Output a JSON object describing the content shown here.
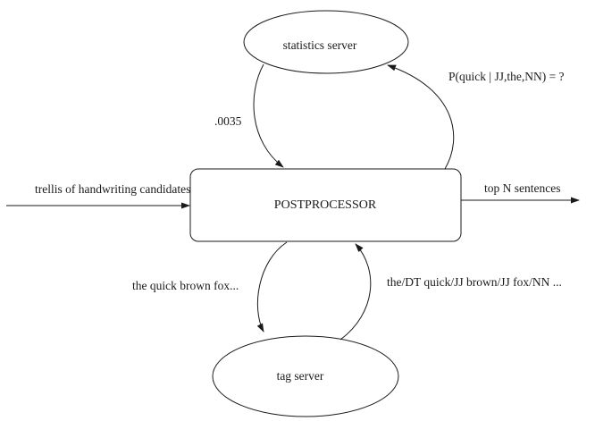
{
  "diagram": {
    "background_color": "#ffffff",
    "line_color": "#1a1a1a",
    "nodes": {
      "statistics_server": {
        "label": "statistics server",
        "shape": "ellipse"
      },
      "postprocessor": {
        "label": "POSTPROCESSOR",
        "shape": "rounded-rect"
      },
      "tag_server": {
        "label": "tag server",
        "shape": "ellipse"
      }
    },
    "edges": {
      "input_arrow": {
        "label": "trellis of handwriting candidates",
        "from": "external",
        "to": "postprocessor"
      },
      "output_arrow": {
        "label": "top N sentences",
        "from": "postprocessor",
        "to": "external"
      },
      "stats_to_post": {
        "label": ".0035",
        "from": "statistics_server",
        "to": "postprocessor"
      },
      "post_to_stats": {
        "label": "P(quick | JJ,the,NN)  = ?",
        "from": "postprocessor",
        "to": "statistics_server"
      },
      "post_to_tag": {
        "label": "the quick brown fox...",
        "from": "postprocessor",
        "to": "tag_server"
      },
      "tag_to_post": {
        "label": "the/DT quick/JJ brown/JJ fox/NN  ...",
        "from": "tag_server",
        "to": "postprocessor"
      }
    }
  }
}
